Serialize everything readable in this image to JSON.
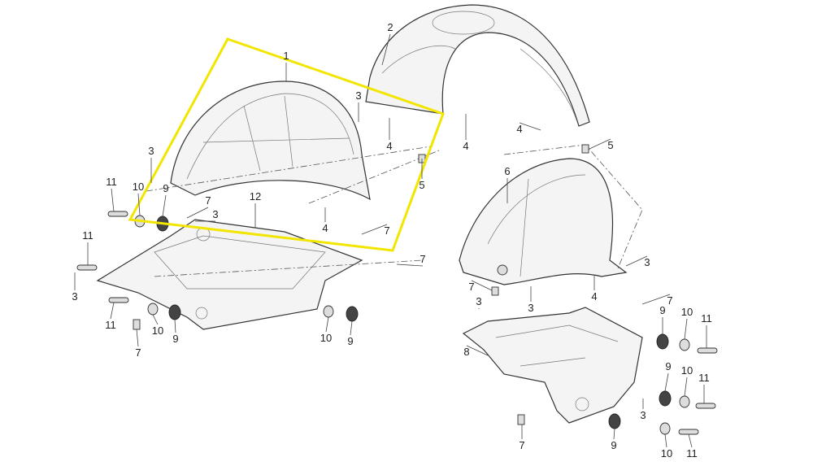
{
  "diagram": {
    "type": "exploded-parts-diagram",
    "highlight_color": "#f2e600",
    "callouts": [
      {
        "label": "1"
      },
      {
        "label": "2"
      },
      {
        "label": "3"
      },
      {
        "label": "4"
      },
      {
        "label": "4"
      },
      {
        "label": "4"
      },
      {
        "label": "5"
      },
      {
        "label": "3"
      },
      {
        "label": "5"
      },
      {
        "label": "11"
      },
      {
        "label": "10"
      },
      {
        "label": "9"
      },
      {
        "label": "7"
      },
      {
        "label": "3"
      },
      {
        "label": "12"
      },
      {
        "label": "4"
      },
      {
        "label": "7"
      },
      {
        "label": "11"
      },
      {
        "label": "7"
      },
      {
        "label": "6"
      },
      {
        "label": "3"
      },
      {
        "label": "3"
      },
      {
        "label": "7"
      },
      {
        "label": "3"
      },
      {
        "label": "4"
      },
      {
        "label": "7"
      },
      {
        "label": "3"
      },
      {
        "label": "11"
      },
      {
        "label": "10"
      },
      {
        "label": "9"
      },
      {
        "label": "7"
      },
      {
        "label": "10"
      },
      {
        "label": "9"
      },
      {
        "label": "9"
      },
      {
        "label": "10"
      },
      {
        "label": "11"
      },
      {
        "label": "8"
      },
      {
        "label": "9"
      },
      {
        "label": "10"
      },
      {
        "label": "11"
      },
      {
        "label": "3"
      },
      {
        "label": "7"
      },
      {
        "label": "9"
      },
      {
        "label": "10"
      },
      {
        "label": "11"
      }
    ]
  }
}
